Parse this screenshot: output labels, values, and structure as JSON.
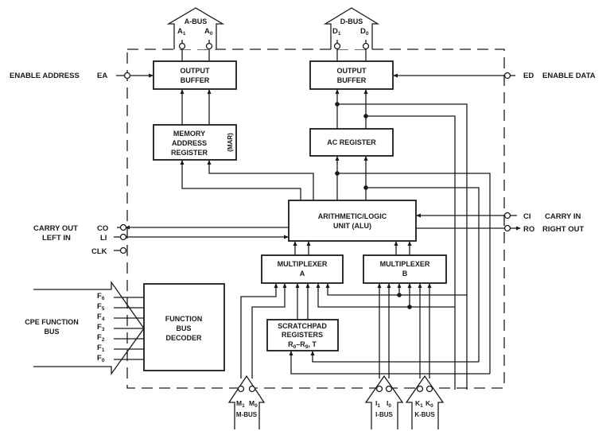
{
  "diagram": {
    "title": "CPE block diagram",
    "blocks": {
      "output_buffer_a": [
        "OUTPUT",
        "BUFFER"
      ],
      "mar": [
        "MEMORY",
        "ADDRESS",
        "REGISTER"
      ],
      "mar_tag": "(MAR)",
      "output_buffer_d": [
        "OUTPUT",
        "BUFFER"
      ],
      "ac_register": "AC REGISTER",
      "alu": [
        "ARITHMETIC/LOGIC",
        "UNIT (ALU)"
      ],
      "mux_a": [
        "MULTIPLEXER",
        "A"
      ],
      "mux_b": [
        "MULTIPLEXER",
        "B"
      ],
      "function_decoder": [
        "FUNCTION",
        "BUS",
        "DECODER"
      ],
      "scratchpad": [
        "SCRATCHPAD",
        "REGISTERS"
      ],
      "scratchpad_range": {
        "r0": "R",
        "r0_sub": "0",
        "dash": "–R",
        "r9_sub": "9",
        "tail": ", T"
      }
    },
    "buses": {
      "a_bus": {
        "label": "A-BUS",
        "pins": [
          {
            "name": "A",
            "sub": "1"
          },
          {
            "name": "A",
            "sub": "0"
          }
        ]
      },
      "d_bus": {
        "label": "D-BUS",
        "pins": [
          {
            "name": "D",
            "sub": "1"
          },
          {
            "name": "D",
            "sub": "0"
          }
        ]
      },
      "m_bus": {
        "label": "M-BUS",
        "pins": [
          {
            "name": "M",
            "sub": "1"
          },
          {
            "name": "M",
            "sub": "0"
          }
        ]
      },
      "i_bus": {
        "label": "I-BUS",
        "pins": [
          {
            "name": "I",
            "sub": "1"
          },
          {
            "name": "I",
            "sub": "0"
          }
        ]
      },
      "k_bus": {
        "label": "K-BUS",
        "pins": [
          {
            "name": "K",
            "sub": "1"
          },
          {
            "name": "K",
            "sub": "0"
          }
        ]
      },
      "function_bus": {
        "label": [
          "CPE FUNCTION",
          "BUS"
        ],
        "pins": [
          {
            "name": "F",
            "sub": "6"
          },
          {
            "name": "F",
            "sub": "5"
          },
          {
            "name": "F",
            "sub": "4"
          },
          {
            "name": "F",
            "sub": "3"
          },
          {
            "name": "F",
            "sub": "2"
          },
          {
            "name": "F",
            "sub": "1"
          },
          {
            "name": "F",
            "sub": "0"
          }
        ]
      }
    },
    "signals": {
      "ea": {
        "pin": "EA",
        "desc": "ENABLE ADDRESS"
      },
      "ed": {
        "pin": "ED",
        "desc": "ENABLE DATA"
      },
      "co": {
        "pin": "CO",
        "desc": "CARRY OUT"
      },
      "li": {
        "pin": "LI",
        "desc": "LEFT IN"
      },
      "clk": {
        "pin": "CLK"
      },
      "ci": {
        "pin": "CI",
        "desc": "CARRY IN"
      },
      "ro": {
        "pin": "RO",
        "desc": "RIGHT OUT"
      }
    }
  }
}
